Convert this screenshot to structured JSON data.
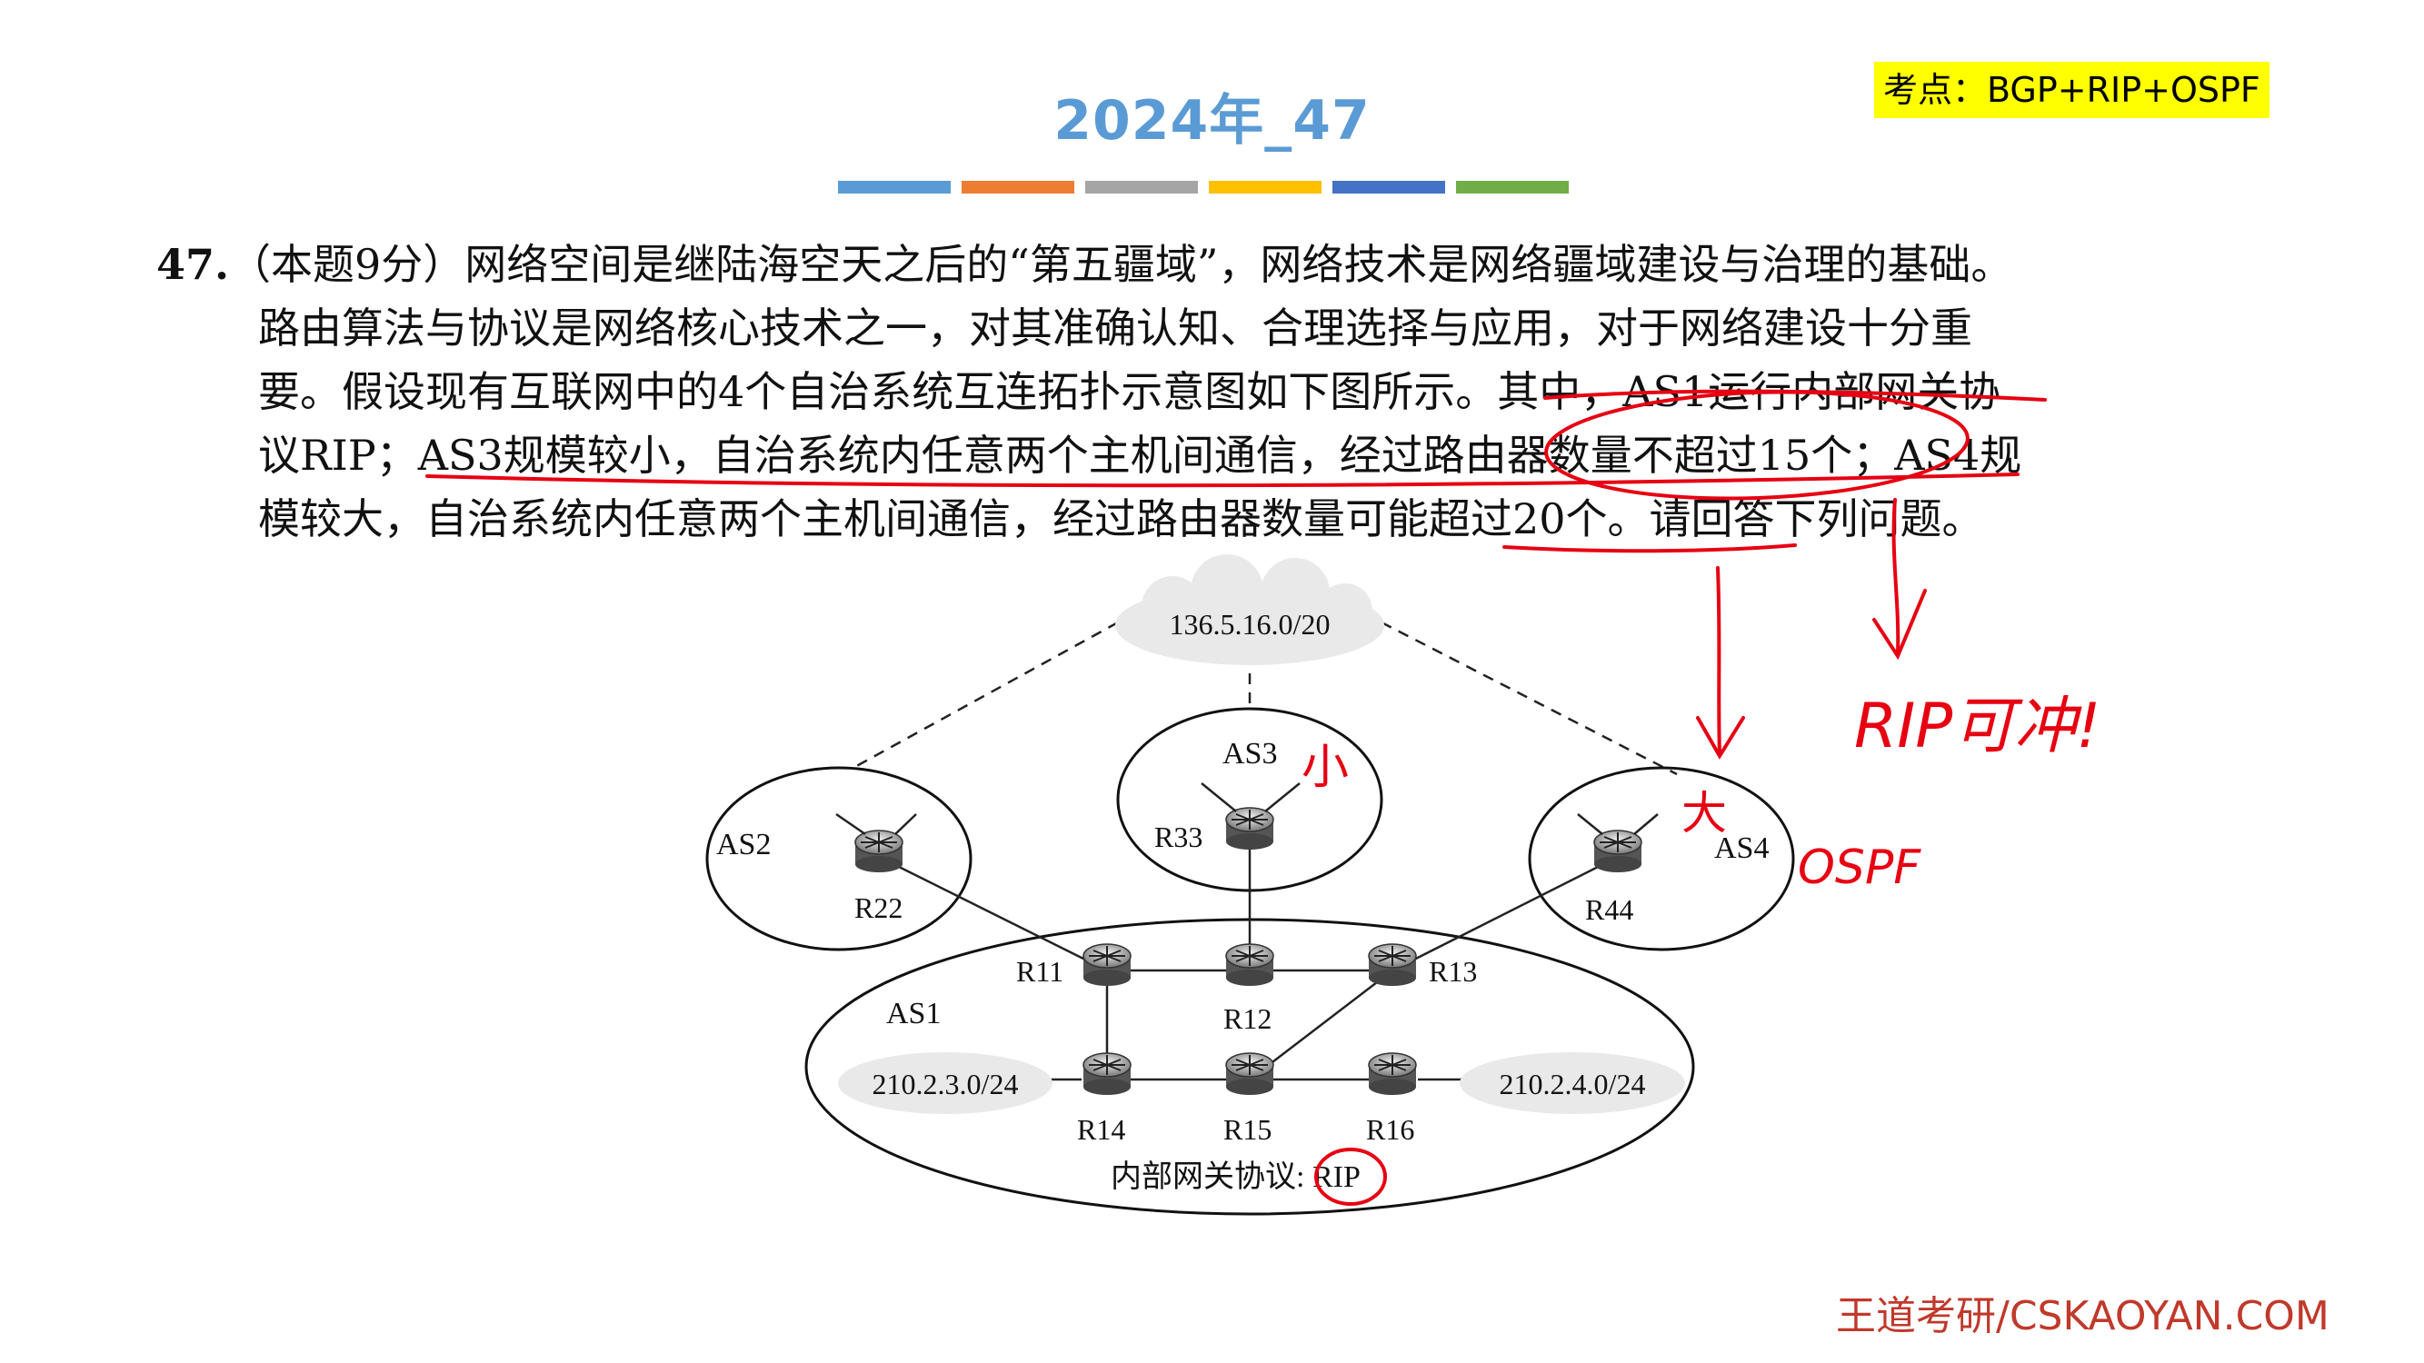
{
  "header": {
    "title": "2024年_47",
    "tag": "考点：BGP+RIP+OSPF",
    "bar_colors": [
      "#5b9bd5",
      "#ed7d31",
      "#a5a5a5",
      "#ffc000",
      "#4472c4",
      "#70ad47"
    ]
  },
  "question": {
    "number": "47.",
    "lines": [
      "（本题9分）网络空间是继陆海空天之后的“第五疆域”，网络技术是网络疆域建设与治理的基础。",
      "路由算法与协议是网络核心技术之一，对其准确认知、合理选择与应用，对于网络建设十分重",
      "要。假设现有互联网中的4个自治系统互连拓扑示意图如下图所示。其中，AS1运行内部网关协",
      "议RIP；AS3规模较小，自治系统内任意两个主机间通信，经过路由器数量不超过15个；AS4规",
      "模较大，自治系统内任意两个主机间通信，经过路由器数量可能超过20个。请回答下列问题。"
    ]
  },
  "diagram": {
    "cloud_top": "136.5.16.0/20",
    "as_labels": {
      "as1": "AS1",
      "as2": "AS2",
      "as3": "AS3",
      "as4": "AS4"
    },
    "routers": {
      "r22": "R22",
      "r33": "R33",
      "r44": "R44",
      "r11": "R11",
      "r12": "R12",
      "r13": "R13",
      "r14": "R14",
      "r15": "R15",
      "r16": "R16"
    },
    "net_left": "210.2.3.0/24",
    "net_right": "210.2.4.0/24",
    "igp_label": "内部网关协议: ",
    "igp_value": "RIP"
  },
  "annotations": {
    "as3_note": "小",
    "as4_note": "大",
    "rip_note": "RIP可冲!",
    "ospf_note": "OSPF"
  },
  "footer": {
    "brand": "王道考研/CSKAOYAN.COM"
  },
  "colors": {
    "title": "#5b9bd5",
    "ink": "#e60012",
    "footer": "#c0392b",
    "highlight": "#ffff00"
  }
}
